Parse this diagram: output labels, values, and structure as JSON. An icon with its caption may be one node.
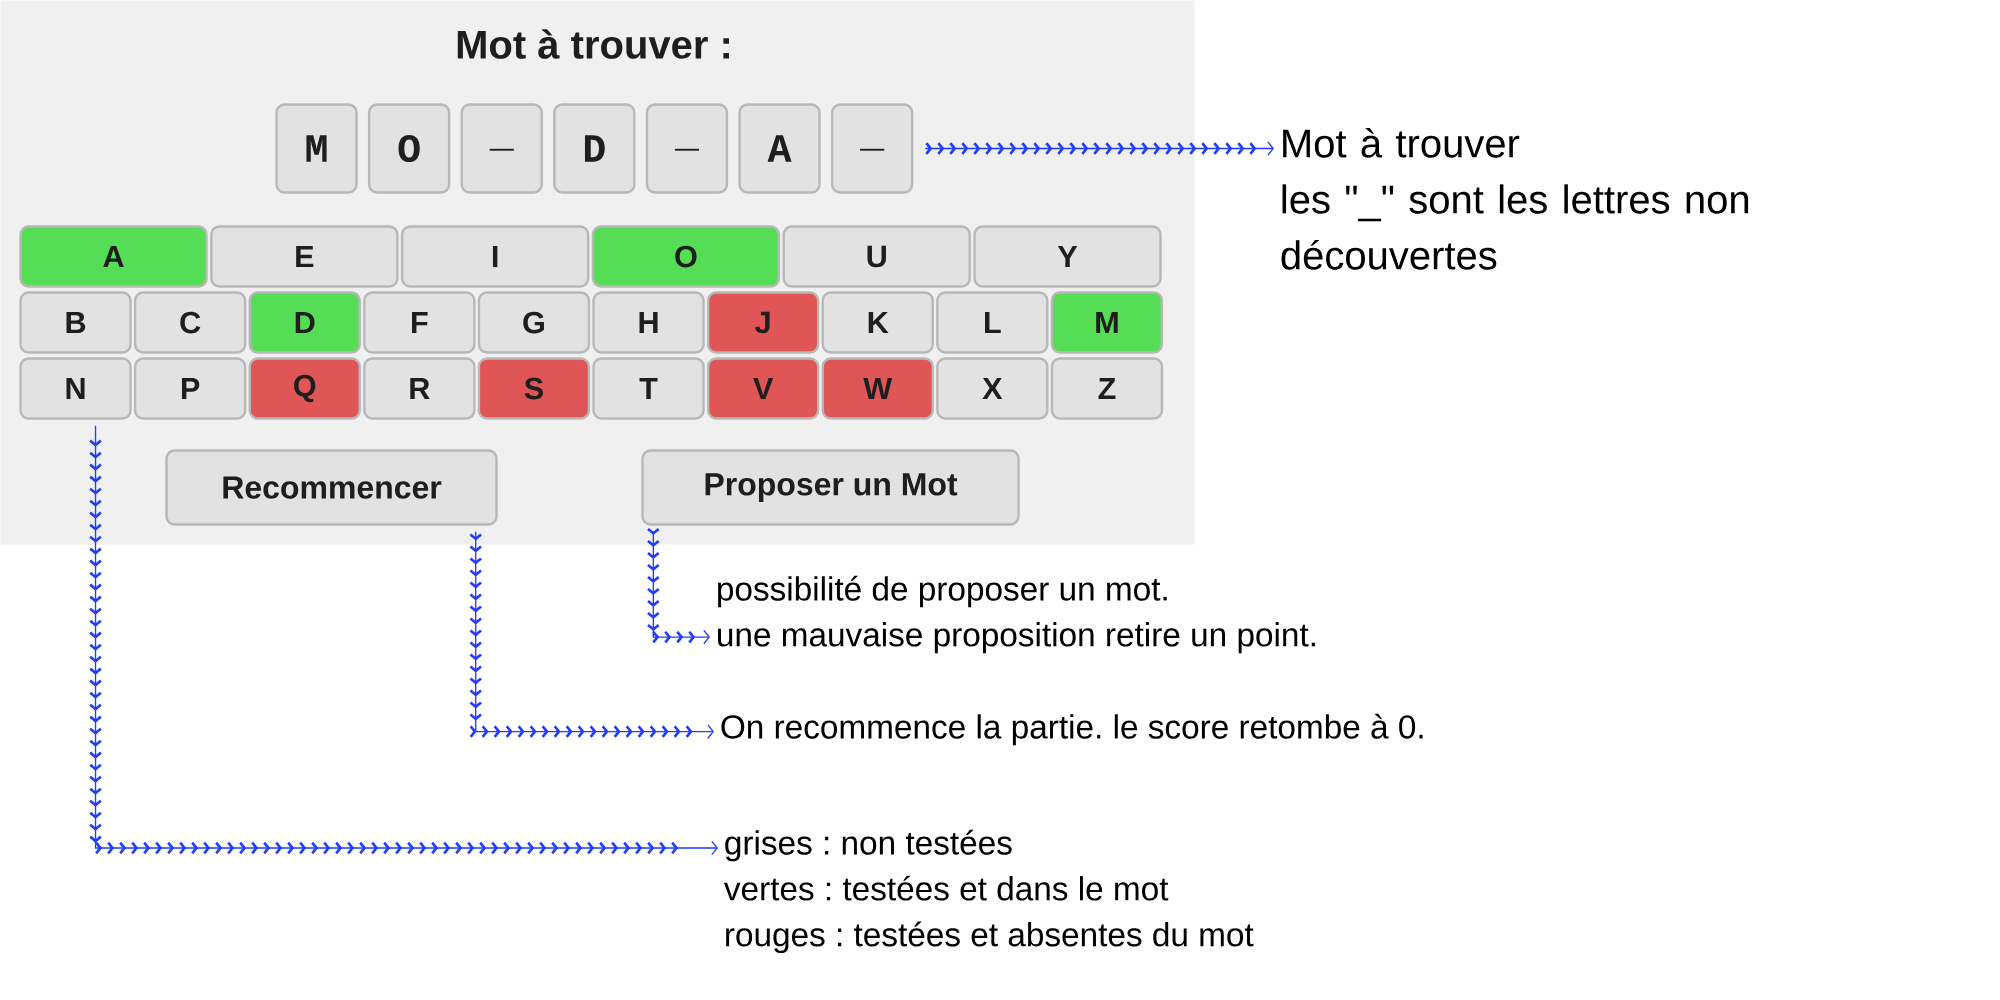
{
  "diagram": {
    "nodes": [
      {
        "text": [
          "Mot à trouver :"
        ]
      },
      {
        "text": [
          "M"
        ],
        "in": 0
      },
      {
        "text": [
          "O"
        ],
        "in": 0
      },
      {
        "text": [
          "_"
        ],
        "in": 0
      },
      {
        "text": [
          "D"
        ],
        "in": 0
      },
      {
        "text": [
          "_"
        ],
        "in": 0
      },
      {
        "text": [
          "A"
        ],
        "in": 0
      },
      {
        "text": [
          "_"
        ],
        "in": 0
      },
      {
        "text": [
          "A"
        ],
        "in": 0
      },
      {
        "text": [
          "E"
        ],
        "in": 0
      },
      {
        "text": [
          "I"
        ],
        "in": 0
      },
      {
        "text": [
          "O"
        ],
        "in": 0
      },
      {
        "text": [
          "U"
        ],
        "in": 0
      },
      {
        "text": [
          "Y"
        ],
        "in": 0
      },
      {
        "text": [
          "B"
        ],
        "in": 0
      },
      {
        "text": [
          "C"
        ],
        "in": 0
      },
      {
        "text": [
          "D"
        ],
        "in": 0
      },
      {
        "text": [
          "F"
        ],
        "in": 0
      },
      {
        "text": [
          "G"
        ],
        "in": 0
      },
      {
        "text": [
          "H"
        ],
        "in": 0
      },
      {
        "text": [
          "J"
        ],
        "in": 0
      },
      {
        "text": [
          "K"
        ],
        "in": 0
      },
      {
        "text": [
          "L"
        ],
        "in": 0
      },
      {
        "text": [
          "M"
        ],
        "in": 0
      },
      {
        "text": [
          "N"
        ],
        "in": 0
      },
      {
        "text": [
          "P"
        ],
        "in": 0
      },
      {
        "text": [
          "Q"
        ],
        "in": 0
      },
      {
        "text": [
          "R"
        ],
        "in": 0
      },
      {
        "text": [
          "S"
        ],
        "in": 0
      },
      {
        "text": [
          "T"
        ],
        "in": 0
      },
      {
        "text": [
          "V"
        ],
        "in": 0
      },
      {
        "text": [
          "W"
        ],
        "in": 0
      },
      {
        "text": [
          "X"
        ],
        "in": 0
      },
      {
        "text": [
          "Z"
        ],
        "in": 0
      },
      {
        "text": [
          "Recommencer"
        ],
        "in": 0
      },
      {
        "text": [
          "Proposer un Mot"
        ],
        "in": 0
      },
      {
        "text": [
          "Mot à trouver",
          "les \"_\" sont les lettres non découvertes"
        ]
      },
      {
        "text": [
          "possibilité de proposer un mot.",
          "une mauvaise proposition retire un point."
        ]
      },
      {
        "text": [
          "On recommence la partie. le score retombe à 0."
        ]
      },
      {
        "text": [
          "grises : non testées",
          "vertes : testées et dans le mot",
          "rouges : testées et absentes du mot"
        ]
      }
    ],
    "edges": [
      {
        "from": 7,
        "to": 36,
        "arrow": "to"
      },
      {
        "from": 35,
        "to": 37,
        "arrow": "to"
      },
      {
        "from": 34,
        "to": 38,
        "arrow": "to"
      },
      {
        "from": 24,
        "to": 39,
        "arrow": "to"
      }
    ]
  }
}
